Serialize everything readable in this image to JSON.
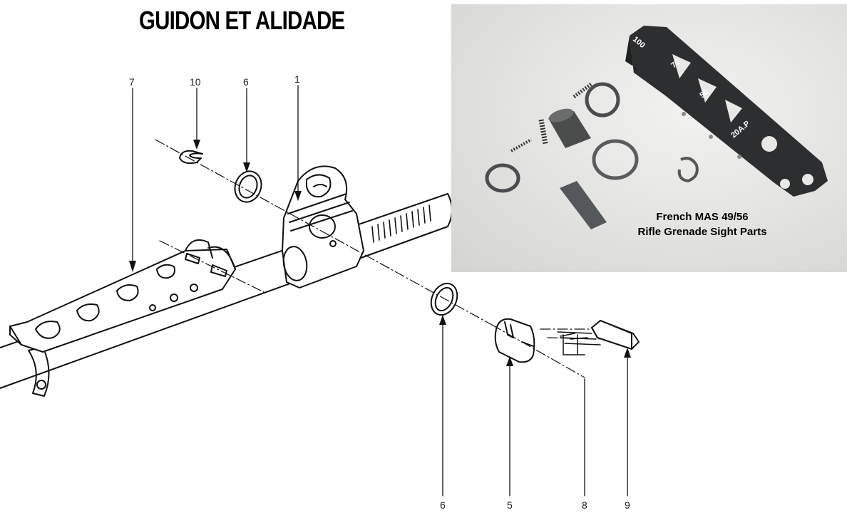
{
  "title": "GUIDON ET ALIDADE",
  "callouts": {
    "c7": "7",
    "c10": "10",
    "c6a": "6",
    "c1": "1",
    "c6b": "6",
    "c5": "5",
    "c8": "8",
    "c9": "9"
  },
  "photo": {
    "caption_line1": "French MAS 49/56",
    "caption_line2": "Rifle Grenade Sight Parts",
    "sight_marks": [
      "100",
      "75",
      "50",
      "20A.P"
    ]
  }
}
